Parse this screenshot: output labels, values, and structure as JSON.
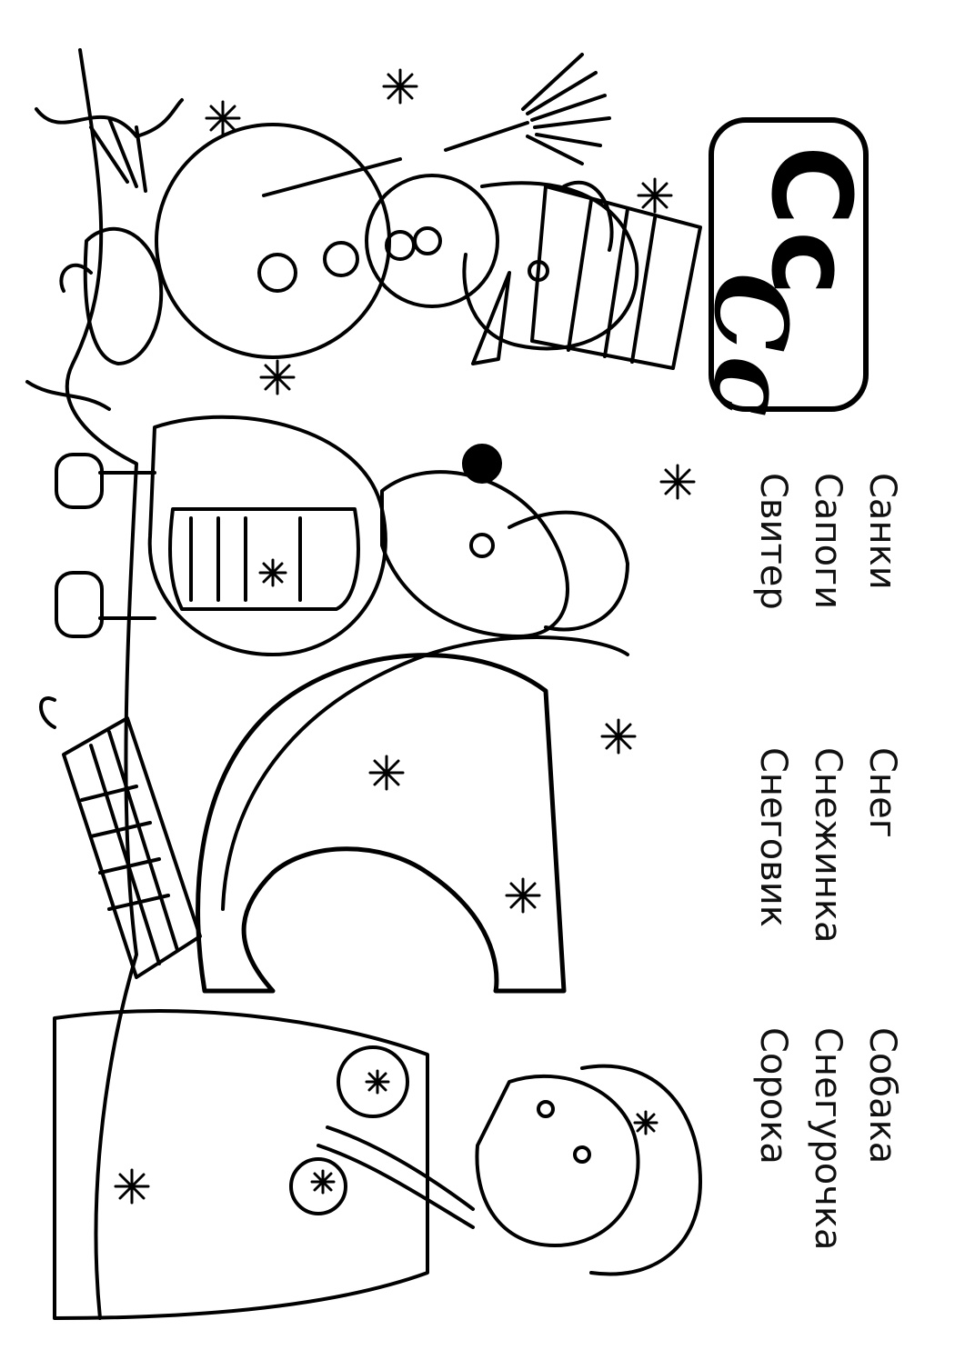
{
  "letter_card": {
    "print_letters": "Cc",
    "script_letters": "Cc"
  },
  "words": {
    "column_1": [
      "Санки",
      "Сапоги",
      "Свитер"
    ],
    "column_2": [
      "Снег",
      "Снежинка",
      "Снеговик"
    ],
    "column_3": [
      "Собака",
      "Снегурочка",
      "Сорока"
    ]
  },
  "colors": {
    "ink": "#000000",
    "paper": "#ffffff"
  }
}
